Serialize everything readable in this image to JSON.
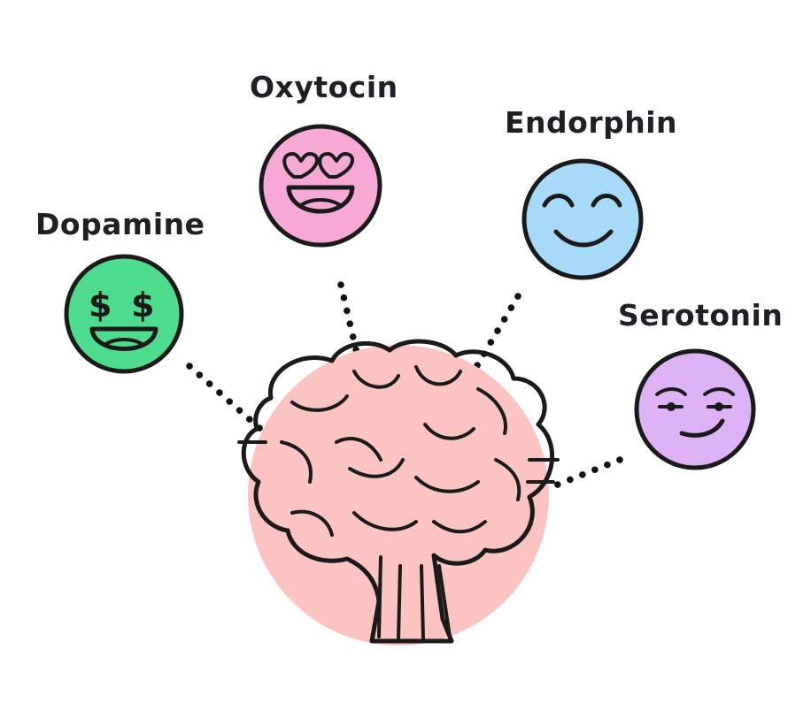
{
  "diagram": {
    "nodes": [
      {
        "id": "dopamine",
        "label": "Dopamine",
        "color": "#4ddb8e",
        "icon": "dollar-eyes-face-icon"
      },
      {
        "id": "oxytocin",
        "label": "Oxytocin",
        "color": "#f7a9d6",
        "icon": "heart-eyes-face-icon"
      },
      {
        "id": "endorphin",
        "label": "Endorphin",
        "color": "#a6daf7",
        "icon": "smiling-face-icon"
      },
      {
        "id": "serotonin",
        "label": "Serotonin",
        "color": "#dcb2f5",
        "icon": "smirking-face-icon"
      }
    ],
    "center": {
      "icon": "brain-icon",
      "color": "#fbc3c1"
    },
    "connectors": "dotted-lines"
  }
}
